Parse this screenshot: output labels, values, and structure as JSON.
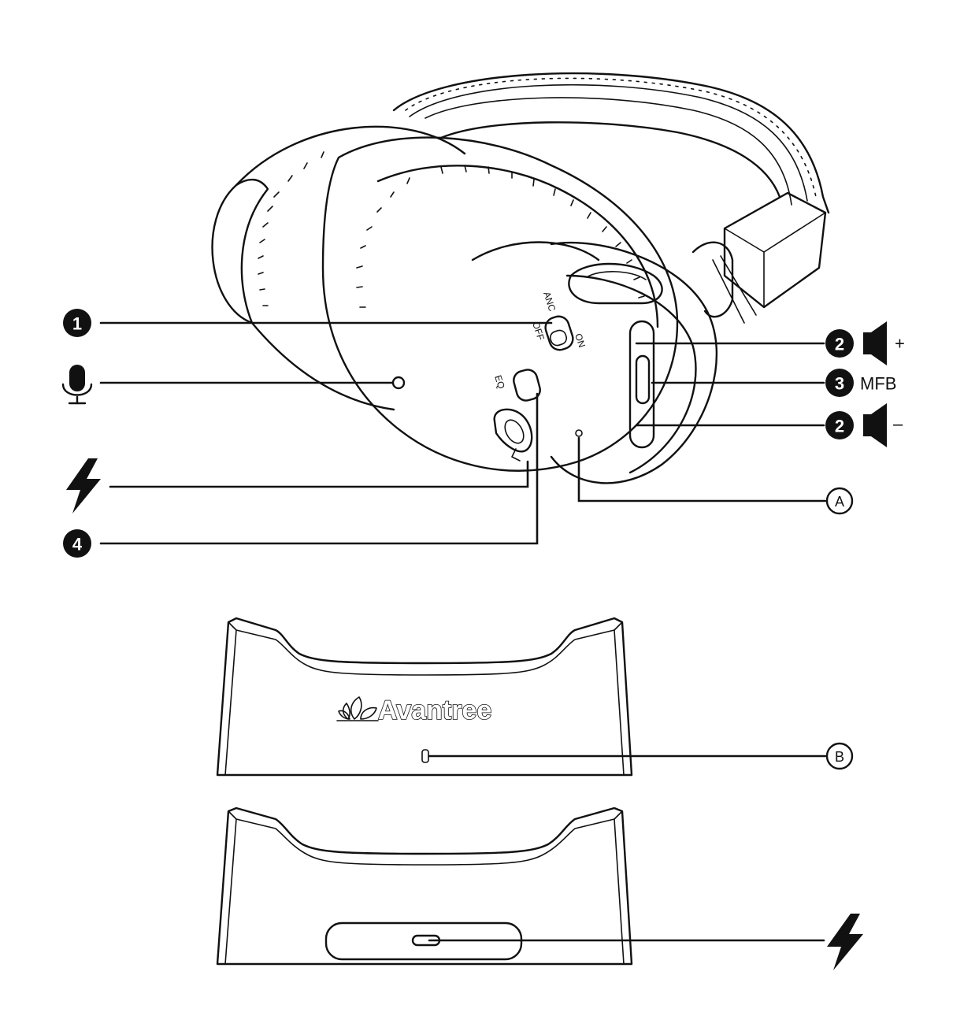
{
  "labels": {
    "callout_1": "1",
    "callout_2_up": "2",
    "callout_3": "3",
    "callout_2_down": "2",
    "callout_4": "4",
    "callout_A": "A",
    "callout_B": "B",
    "mfb": "MFB",
    "plus": "+",
    "minus": "–"
  },
  "device_text": {
    "on": "ON",
    "off": "OFF",
    "anc_mode": "ANC",
    "eq": "EQ",
    "brand": "Avantree"
  },
  "icons": {
    "microphone": "microphone-icon",
    "lightning": "lightning-icon",
    "speaker": "speaker-icon"
  },
  "colors": {
    "ink": "#111111",
    "paper": "#ffffff"
  }
}
